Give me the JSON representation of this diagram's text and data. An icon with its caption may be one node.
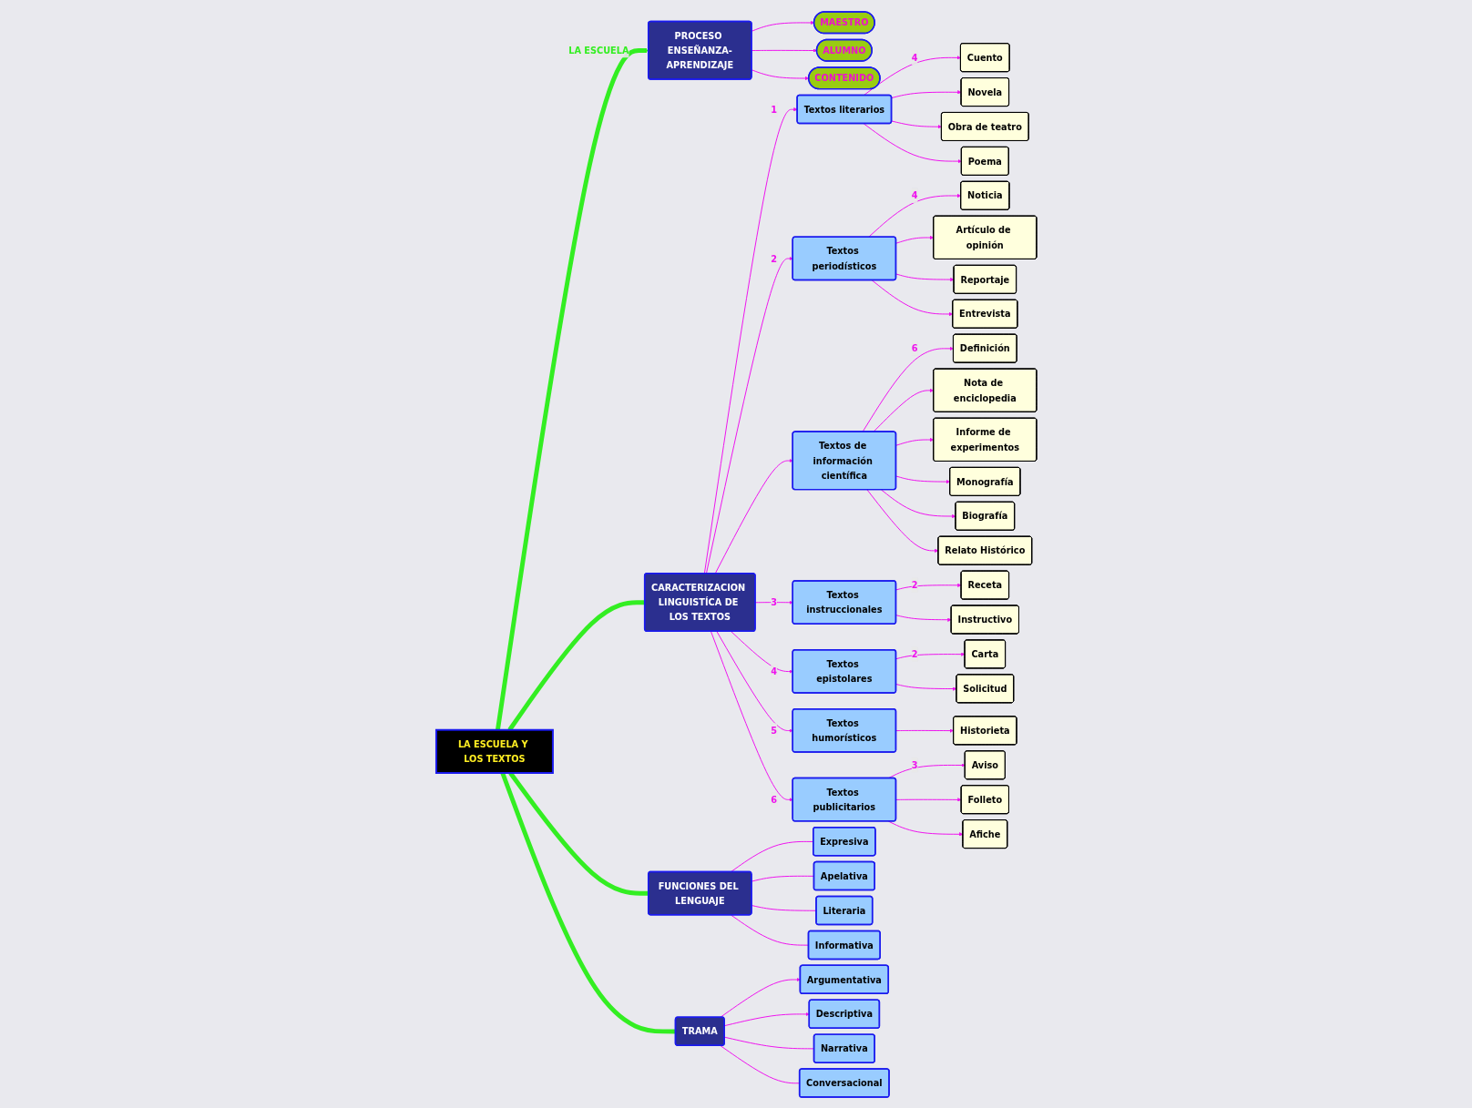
{
  "diagram": {
    "nodes": [
      {
        "text": [
          "LA ESCUELA Y LOS TEXTOS"
        ]
      },
      {
        "text": [
          "PROCESO ENSEÑANZA-APRENDIZAJE"
        ]
      },
      {
        "text": [
          "MAESTRO"
        ]
      },
      {
        "text": [
          "ALUMNO"
        ]
      },
      {
        "text": [
          "CONTENIDO"
        ]
      },
      {
        "text": [
          "CARACTERIZACION LINGUISTÍCA DE LOS TEXTOS"
        ]
      },
      {
        "text": [
          "Textos literarios"
        ]
      },
      {
        "text": [
          "Textos periodísticos"
        ]
      },
      {
        "text": [
          "Textos de información científica"
        ]
      },
      {
        "text": [
          "Textos instruccionales"
        ]
      },
      {
        "text": [
          "Textos epistolares"
        ]
      },
      {
        "text": [
          "Textos humorísticos"
        ]
      },
      {
        "text": [
          "Textos publicitarios"
        ]
      },
      {
        "text": [
          "Cuento"
        ]
      },
      {
        "text": [
          "Novela"
        ]
      },
      {
        "text": [
          "Obra de teatro"
        ]
      },
      {
        "text": [
          "Poema"
        ]
      },
      {
        "text": [
          "Noticia"
        ]
      },
      {
        "text": [
          "Artículo de opinión"
        ]
      },
      {
        "text": [
          "Reportaje"
        ]
      },
      {
        "text": [
          "Entrevista"
        ]
      },
      {
        "text": [
          "Definición"
        ]
      },
      {
        "text": [
          "Nota de enciclopedia"
        ]
      },
      {
        "text": [
          "Informe de experimentos"
        ]
      },
      {
        "text": [
          "Monografía"
        ]
      },
      {
        "text": [
          "Biografía"
        ]
      },
      {
        "text": [
          "Relato Histórico"
        ]
      },
      {
        "text": [
          "Receta"
        ]
      },
      {
        "text": [
          "Instructivo"
        ]
      },
      {
        "text": [
          "Carta"
        ]
      },
      {
        "text": [
          "Solicitud"
        ]
      },
      {
        "text": [
          "Historieta"
        ]
      },
      {
        "text": [
          "Aviso"
        ]
      },
      {
        "text": [
          "Folleto"
        ]
      },
      {
        "text": [
          "Afiche"
        ]
      },
      {
        "text": [
          "FUNCIONES DEL LENGUAJE"
        ]
      },
      {
        "text": [
          "Expresiva"
        ]
      },
      {
        "text": [
          "Apelativa"
        ]
      },
      {
        "text": [
          "Literaria"
        ]
      },
      {
        "text": [
          "Informativa"
        ]
      },
      {
        "text": [
          "TRAMA"
        ]
      },
      {
        "text": [
          "Argumentativa"
        ]
      },
      {
        "text": [
          "Descriptiva"
        ]
      },
      {
        "text": [
          "Narrativa"
        ]
      },
      {
        "text": [
          "Conversacional"
        ]
      }
    ],
    "edges": [
      {
        "from": 0,
        "to": 1,
        "arrow": "to",
        "label": "LA ESCUELA",
        "style": "thick",
        "color": "#33ee22"
      },
      {
        "from": 1,
        "to": 2,
        "arrow": "to"
      },
      {
        "from": 1,
        "to": 3,
        "arrow": "to"
      },
      {
        "from": 1,
        "to": 4,
        "arrow": "to"
      },
      {
        "from": 0,
        "to": 5,
        "arrow": "none",
        "style": "thick",
        "color": "#33ee22"
      },
      {
        "from": 0,
        "to": 35,
        "arrow": "none",
        "style": "thick",
        "color": "#33ee22"
      },
      {
        "from": 0,
        "to": 40,
        "arrow": "none",
        "style": "thick",
        "color": "#33ee22"
      },
      {
        "from": 5,
        "to": 6,
        "arrow": "to",
        "label": "1"
      },
      {
        "from": 5,
        "to": 7,
        "arrow": "to",
        "label": "2"
      },
      {
        "from": 5,
        "to": 8,
        "arrow": "to"
      },
      {
        "from": 5,
        "to": 9,
        "arrow": "to",
        "label": "3"
      },
      {
        "from": 5,
        "to": 10,
        "arrow": "to",
        "label": "4"
      },
      {
        "from": 5,
        "to": 11,
        "arrow": "to",
        "label": "5"
      },
      {
        "from": 5,
        "to": 12,
        "arrow": "to",
        "label": "6"
      },
      {
        "from": 6,
        "to": 13,
        "arrow": "to",
        "label": "4"
      },
      {
        "from": 6,
        "to": 14,
        "arrow": "to"
      },
      {
        "from": 6,
        "to": 15,
        "arrow": "to"
      },
      {
        "from": 6,
        "to": 16,
        "arrow": "to"
      },
      {
        "from": 7,
        "to": 17,
        "arrow": "to",
        "label": "4"
      },
      {
        "from": 7,
        "to": 18,
        "arrow": "to"
      },
      {
        "from": 7,
        "to": 19,
        "arrow": "to"
      },
      {
        "from": 7,
        "to": 20,
        "arrow": "to"
      },
      {
        "from": 8,
        "to": 21,
        "arrow": "to",
        "label": "6"
      },
      {
        "from": 8,
        "to": 22,
        "arrow": "to"
      },
      {
        "from": 8,
        "to": 23,
        "arrow": "to"
      },
      {
        "from": 8,
        "to": 24,
        "arrow": "to"
      },
      {
        "from": 8,
        "to": 25,
        "arrow": "to"
      },
      {
        "from": 8,
        "to": 26,
        "arrow": "to"
      },
      {
        "from": 9,
        "to": 27,
        "arrow": "to",
        "label": "2"
      },
      {
        "from": 9,
        "to": 28,
        "arrow": "to"
      },
      {
        "from": 10,
        "to": 29,
        "arrow": "to",
        "label": "2"
      },
      {
        "from": 10,
        "to": 30,
        "arrow": "to"
      },
      {
        "from": 11,
        "to": 31,
        "arrow": "to"
      },
      {
        "from": 12,
        "to": 32,
        "arrow": "to",
        "label": "3"
      },
      {
        "from": 12,
        "to": 33,
        "arrow": "to"
      },
      {
        "from": 12,
        "to": 34,
        "arrow": "to"
      },
      {
        "from": 35,
        "to": 36,
        "arrow": "none"
      },
      {
        "from": 35,
        "to": 37,
        "arrow": "none"
      },
      {
        "from": 35,
        "to": 38,
        "arrow": "none"
      },
      {
        "from": 35,
        "to": 39,
        "arrow": "none"
      },
      {
        "from": 40,
        "to": 41,
        "arrow": "to"
      },
      {
        "from": 40,
        "to": 42,
        "arrow": "to"
      },
      {
        "from": 40,
        "to": 43,
        "arrow": "none"
      },
      {
        "from": 40,
        "to": 44,
        "arrow": "none"
      }
    ]
  }
}
